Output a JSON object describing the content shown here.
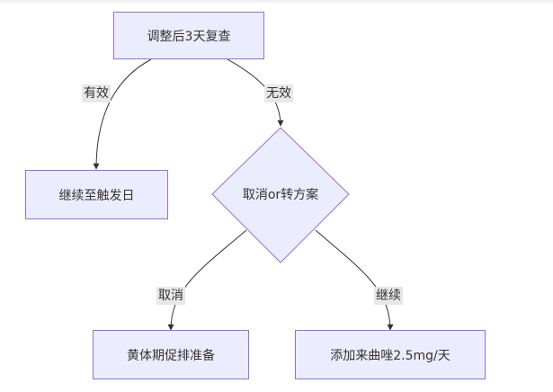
{
  "flowchart": {
    "nodes": {
      "recheck": "调整后3天复查",
      "continue_trigger": "继续至触发日",
      "decision": "取消or转方案",
      "luteal_prep": "黄体期促排准备",
      "add_letrozole": "添加来曲唑2.5mg/天"
    },
    "edges": {
      "effective": "有效",
      "ineffective": "无效",
      "cancel": "取消",
      "continue": "继续"
    }
  },
  "colors": {
    "node_fill": "#ECECFF",
    "node_border": "#9370DB",
    "edge": "#333333",
    "edge_label_bg": "#e8e8e8"
  }
}
